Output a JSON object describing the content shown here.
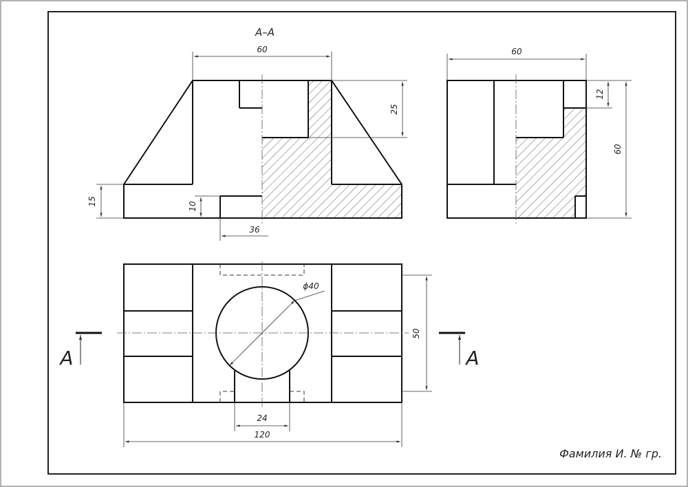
{
  "drawing": {
    "section_label": "А–А",
    "section_marker_left": "А",
    "section_marker_right": "А",
    "signature": "Фамилия И. № гр.",
    "dims": {
      "front_top_width": "60",
      "front_right_depth": "25",
      "front_left_height": "15",
      "front_bottom_step": "10",
      "front_bottom_width": "36",
      "side_top_width": "60",
      "side_small": "12",
      "side_height": "60",
      "plan_hole_diameter": "ϕ40",
      "plan_height": "50",
      "plan_slot_width": "24",
      "plan_total_width": "120"
    }
  }
}
